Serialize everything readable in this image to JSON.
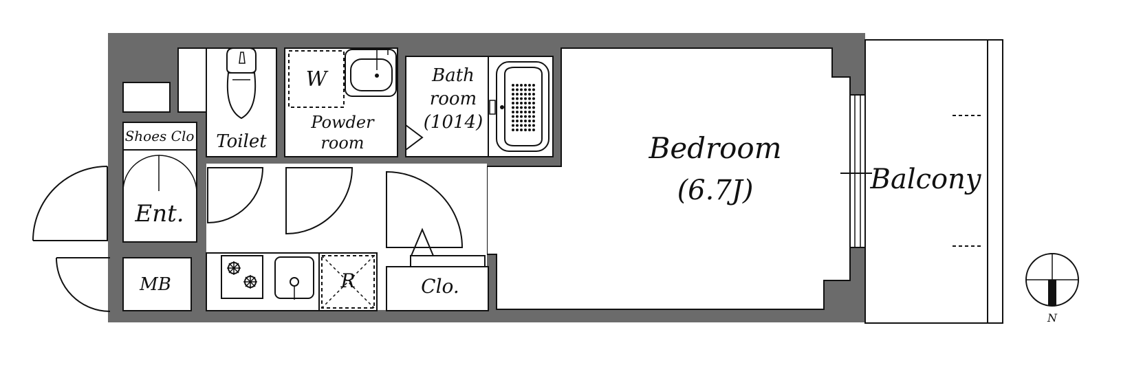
{
  "colors": {
    "wall": "#6b6b6b",
    "line": "#111111",
    "background": "#ffffff",
    "compass_needle": "#111111"
  },
  "labels": {
    "shoes_closet": "Shoes Clo",
    "toilet": "Toilet",
    "washer": "W",
    "powder_room_1": "Powder",
    "powder_room_2": "room",
    "bath_1": "Bath",
    "bath_2": "room",
    "bath_3": "(1014)",
    "bedroom_1": "Bedroom",
    "bedroom_2": "(6.7J)",
    "balcony": "Balcony",
    "entrance": "Ent.",
    "meter_box": "MB",
    "refrigerator": "R",
    "closet": "Clo.",
    "compass": "N"
  },
  "icons": {
    "toilet": "toilet-icon",
    "sink": "washbasin-icon",
    "bathtub": "bathtub-icon",
    "stove": "gas-stove-icon",
    "kitchen_sink": "kitchen-sink-icon",
    "compass": "north-compass-icon"
  }
}
